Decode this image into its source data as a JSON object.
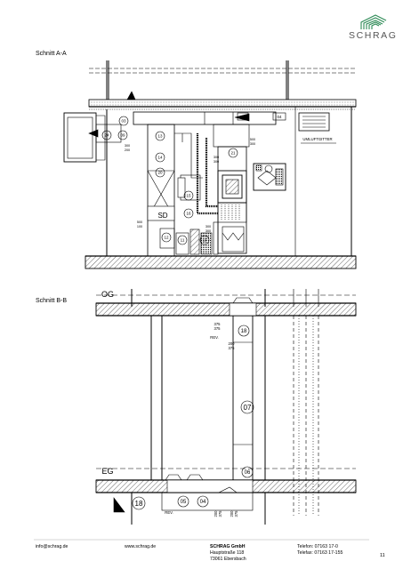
{
  "header": {
    "logo_text": "SCHRAG"
  },
  "section_a": {
    "title": "Schnitt A-A",
    "labels": {
      "l03": "03",
      "l04": "04",
      "l24": "24",
      "l09": "09",
      "l13": "13",
      "l14": "14",
      "l20": "20",
      "l15": "15",
      "l16": "16",
      "l11": "11",
      "l12": "12",
      "l19": "19",
      "l21": "21",
      "sd": "SD",
      "umluft": "UMLUFTGITTER",
      "d1a": "300",
      "d1b": "200",
      "d2a": "300",
      "d2b": "300",
      "d3a": "300",
      "d3b": "300",
      "d4a": "500",
      "d4b": "300",
      "d5a": "500",
      "d5b": "100",
      "d6a": "300",
      "d6b": "300"
    }
  },
  "section_b": {
    "title": "Schnitt B-B",
    "labels": {
      "og": "OG",
      "eg": "EG",
      "l18a": "18",
      "l07": "07",
      "l06": "06",
      "l18b": "18",
      "l05": "05",
      "l04": "04",
      "d1a": "375",
      "d1b": "375",
      "rev1": "REV.",
      "d2a": "200",
      "d2b": "375",
      "rev2": "REV.",
      "d3a": "200",
      "d3b": "375",
      "d4a": "200",
      "d4b": "375"
    }
  },
  "footer": {
    "email": "info@schrag.de",
    "web": "www.schrag.de",
    "company": "SCHRAG GmbH",
    "street": "Hauptstraße 118",
    "city": "73061 Ebersbach",
    "phone": "Telefon: 07163 17-0",
    "fax": "Telefax: 07163 17-155",
    "page": "11"
  }
}
